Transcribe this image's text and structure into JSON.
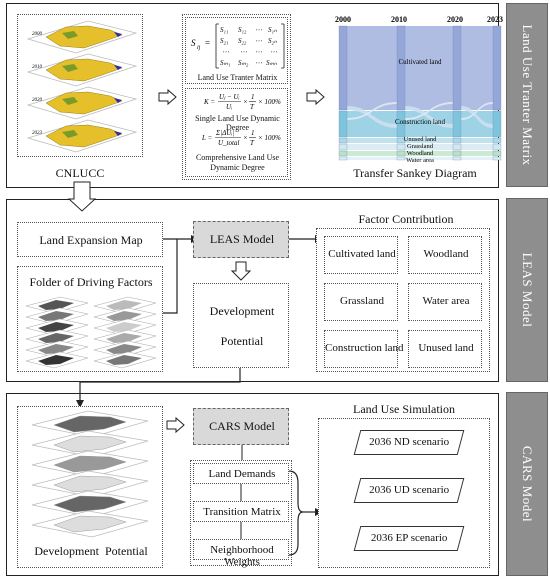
{
  "sidebar": {
    "row1": "Land Use Tranter Matrix",
    "row2": "LEAS Model",
    "row3": "CARS Model"
  },
  "top": {
    "map_years": [
      "2000",
      "2010",
      "2020",
      "2023"
    ],
    "map_label": "CNLUCC",
    "matrix_formula": "S_ij = [S11 S12 … S1n; S21 S22 … S2n; … ; Sm1 Sm2 … Smn]",
    "matrix_caption": "Land Use Tranter Matrix",
    "single_formula": "K = (Uj − Ui)/Ui × 1/T × 100%",
    "single_caption": "Single Land Use Dynamic Degree",
    "comp_formula": "L = Σ|ΔUi| / Utotal × 1/T × 100%",
    "comp_caption": "Comprehensive Land Use Dynamic Degree",
    "sankey_years": [
      "2000",
      "2010",
      "2020",
      "2023"
    ],
    "sankey_categories": [
      "Cultivated land",
      "Construction land",
      "Unused land",
      "Grassland",
      "Woodland",
      "Water area"
    ],
    "sankey_label": "Transfer Sankey Diagram"
  },
  "mid": {
    "expansion_map": "Land Expansion Map",
    "driving_factors": "Folder of Driving Factors",
    "leas_model": "LEAS Model",
    "development": "Development",
    "potential": "Potential",
    "factor_title": "Factor Contribution",
    "factors": [
      "Cultivated land",
      "Woodland",
      "Grassland",
      "Water area",
      "Construction land",
      "Unused land"
    ]
  },
  "bot": {
    "dev_potential": "Development  Potential",
    "cars_model": "CARS Model",
    "land_demands": "Land Demands",
    "transition_matrix": "Transition Matrix",
    "neighborhood": "Neighborhood Weights",
    "sim_title": "Land Use Simulation",
    "scenarios": [
      "2036 ND scenario",
      "2036 UD scenario",
      "2036 EP scenario"
    ]
  }
}
